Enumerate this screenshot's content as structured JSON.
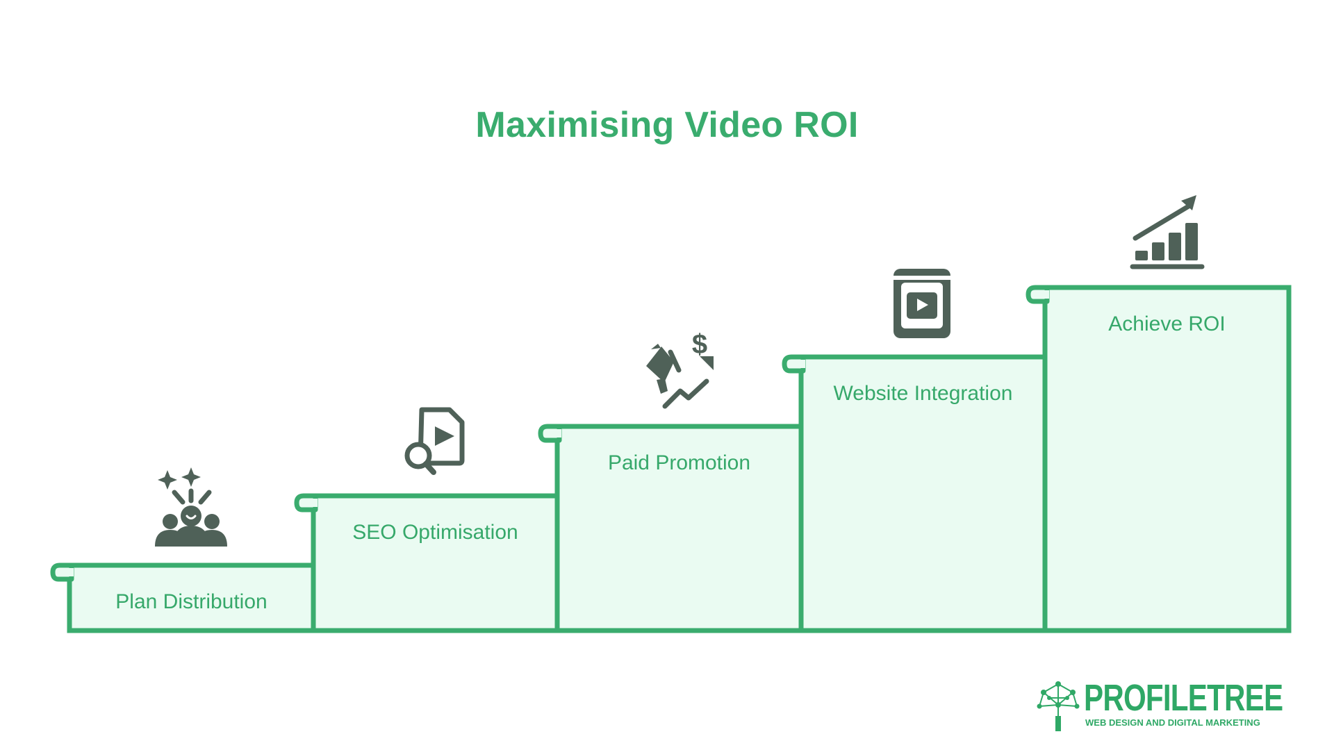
{
  "title": "Maximising Video ROI",
  "colors": {
    "accent": "#3aac6e",
    "step_fill": "#eafbf2",
    "step_stroke": "#3aac6e",
    "icon": "#4f6158"
  },
  "steps": [
    {
      "label": "Plan Distribution",
      "icon": "team-sparkle-icon"
    },
    {
      "label": "SEO Optimisation",
      "icon": "video-search-icon"
    },
    {
      "label": "Paid Promotion",
      "icon": "megaphone-dollar-icon"
    },
    {
      "label": "Website Integration",
      "icon": "video-player-icon"
    },
    {
      "label": "Achieve ROI",
      "icon": "growth-chart-icon"
    }
  ],
  "logo": {
    "name": "PROFILETREE",
    "tagline": "WEB DESIGN AND DIGITAL MARKETING"
  }
}
